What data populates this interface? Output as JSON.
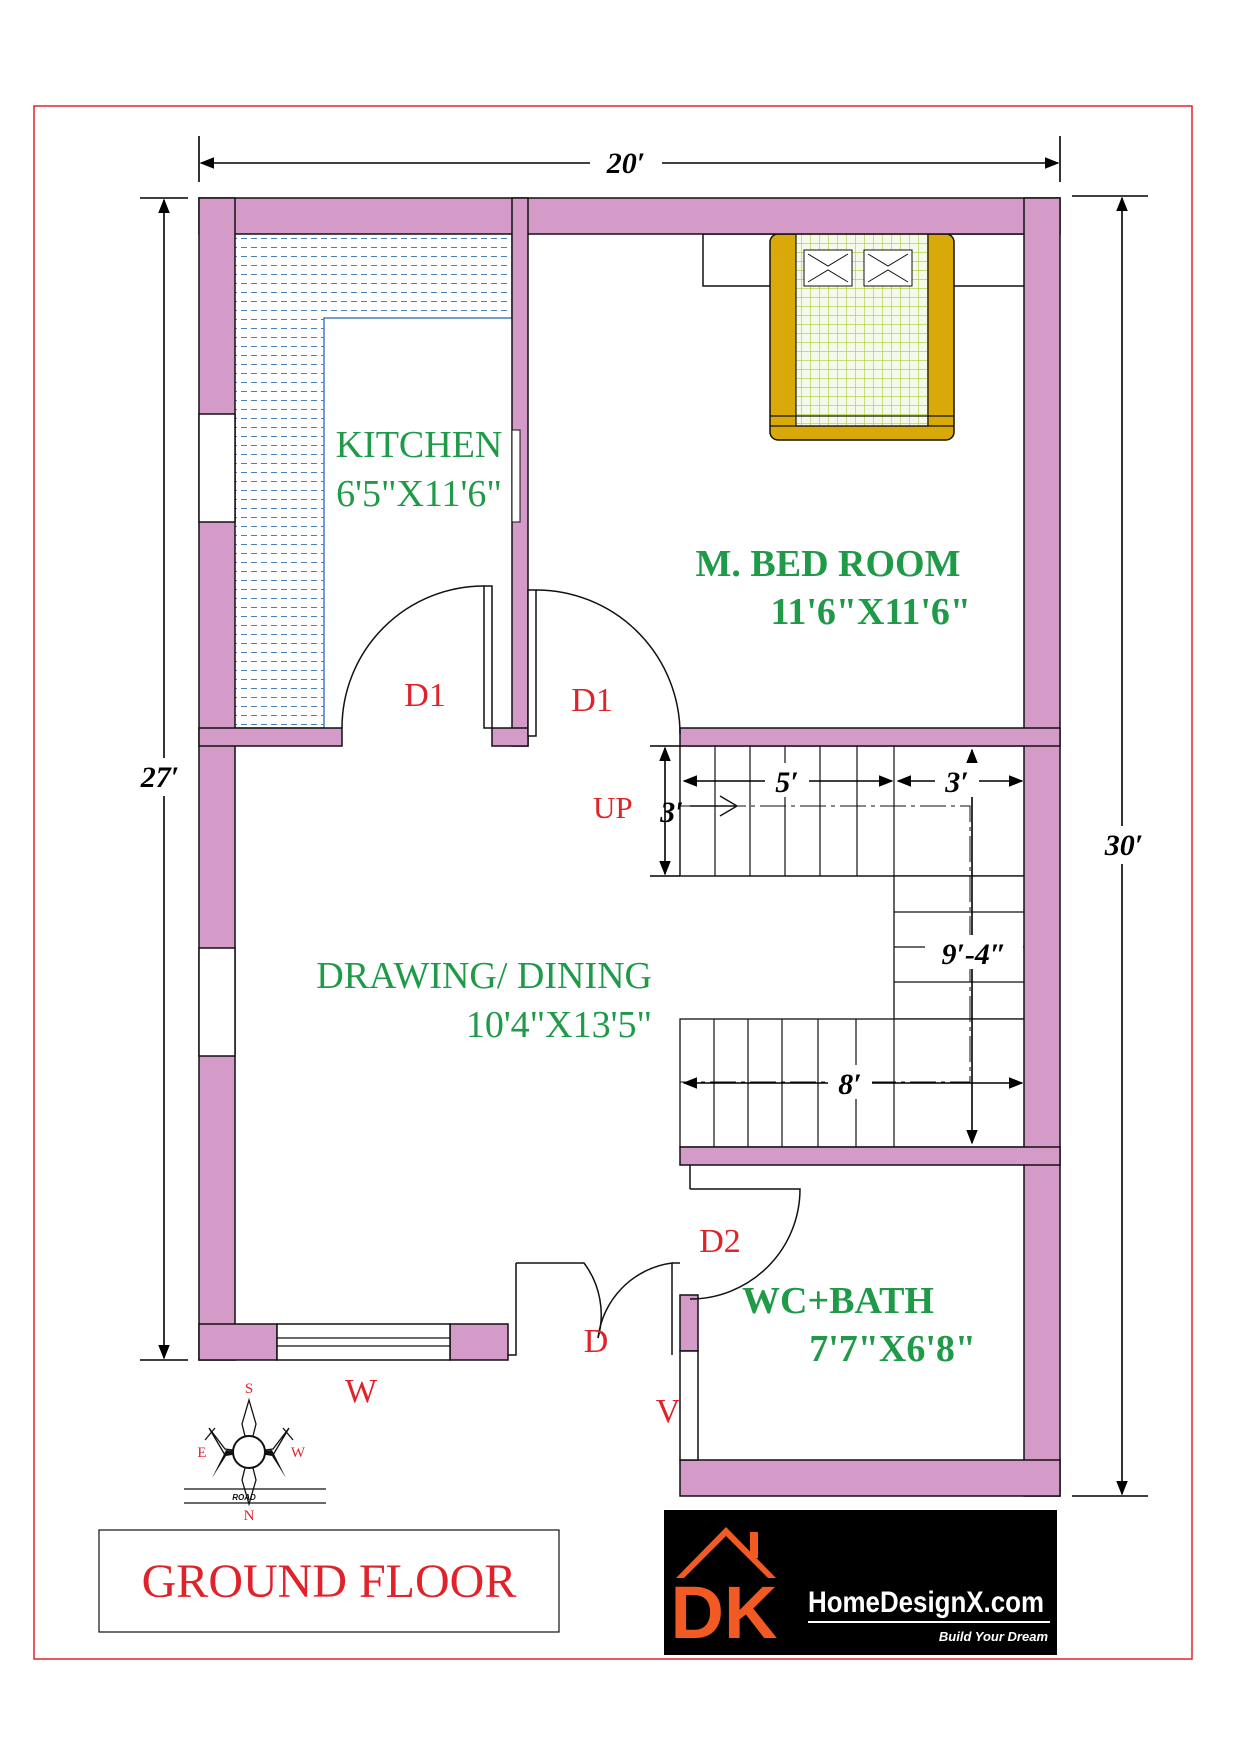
{
  "dimensions": {
    "top_width": "20′",
    "left_height": "27′",
    "right_height": "30′",
    "stair_5": "5′",
    "stair_3a": "3′",
    "stair_3b": "3′",
    "stair_9_4": "9′-4″",
    "stair_8": "8′"
  },
  "rooms": {
    "kitchen": {
      "name": "KITCHEN",
      "size": "6'5\"X11'6\""
    },
    "bedroom": {
      "name": "M. BED ROOM",
      "size": "11'6\"X11'6\""
    },
    "drawing": {
      "name": "DRAWING/ DINING",
      "size": "10'4\"X13'5\""
    },
    "bath": {
      "name": "WC+BATH",
      "size": "7'7\"X6'8\""
    }
  },
  "labels": {
    "door_kitchen": "D1",
    "door_bedroom": "D1",
    "door_bath": "D2",
    "door_main": "D",
    "window": "W",
    "ventilator": "V",
    "stair_up": "UP"
  },
  "compass": {
    "s": "S",
    "e": "E",
    "w": "W",
    "n": "N",
    "road": "ROAD"
  },
  "title": "GROUND FLOOR",
  "logo": {
    "mark": "DK",
    "name": "HomeDesignX.com",
    "tagline": "Build Your Dream"
  },
  "colors": {
    "wall": "#d49ac8",
    "room_text": "#1f9a48",
    "door_text": "#e0232a",
    "border": "#e0232a",
    "title": "#e0232a",
    "logo_bg": "#000000",
    "logo_orange": "#f15a22"
  }
}
